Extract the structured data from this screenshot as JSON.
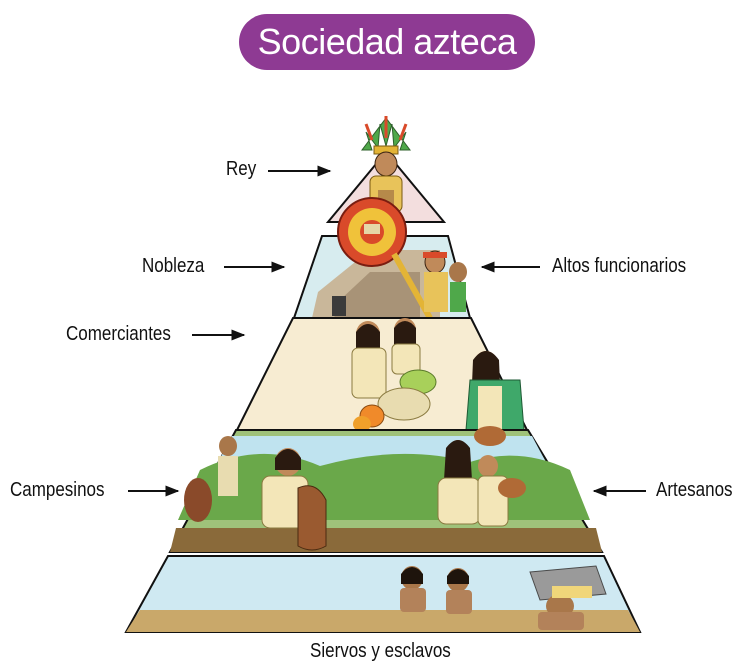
{
  "title": "Sociedad azteca",
  "labels": {
    "rey": "Rey",
    "nobleza": "Nobleza",
    "altos_funcionarios": "Altos funcionarios",
    "comerciantes": "Comerciantes",
    "campesinos": "Campesinos",
    "artesanos": "Artesanos",
    "siervos": "Siervos y esclavos"
  },
  "colors": {
    "title_bg": "#8e3a93",
    "tier_rey": "#f3dede",
    "tier_nobleza": "#d7ecef",
    "tier_comerciantes": "#f7ecd2",
    "tier_campesinos_sky": "#bfe3ef",
    "tier_siervos": "#cfe9f2"
  }
}
